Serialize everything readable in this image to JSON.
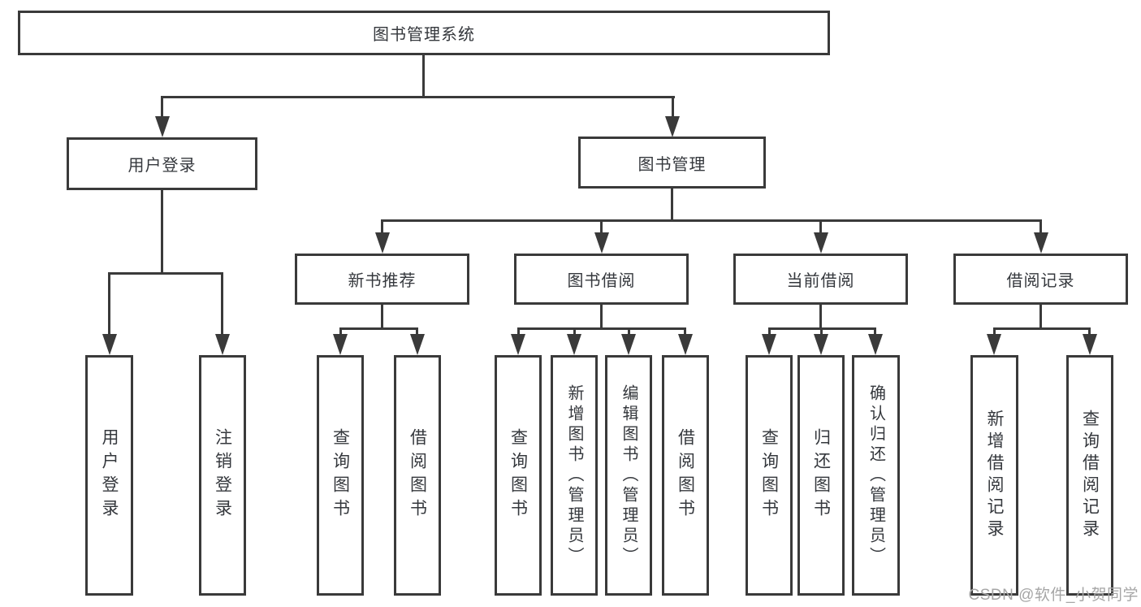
{
  "diagram": {
    "root": {
      "label": "图书管理系统"
    },
    "branches": {
      "user_login": {
        "label": "用户登录",
        "children": [
          "用户登录",
          "注销登录"
        ]
      },
      "book_mgmt": {
        "label": "图书管理",
        "children": {
          "new_books": {
            "label": "新书推荐",
            "children": [
              "查询图书",
              "借阅图书"
            ]
          },
          "book_borrow": {
            "label": "图书借阅",
            "children": [
              "查询图书",
              "新增图书（管理员）",
              "编辑图书（管理员）",
              "借阅图书"
            ]
          },
          "current_borrow": {
            "label": "当前借阅",
            "children": [
              "查询图书",
              "归还图书",
              "确认归还（管理员）"
            ]
          },
          "borrow_records": {
            "label": "借阅记录",
            "children": [
              "新增借阅记录",
              "查询借阅记录"
            ]
          }
        }
      }
    },
    "watermark": "CSDN @软件_小贺同学"
  },
  "colors": {
    "line": "#3a3a3a",
    "text": "#35383d",
    "watermark": "#a6a6a6",
    "background": "#ffffff"
  }
}
